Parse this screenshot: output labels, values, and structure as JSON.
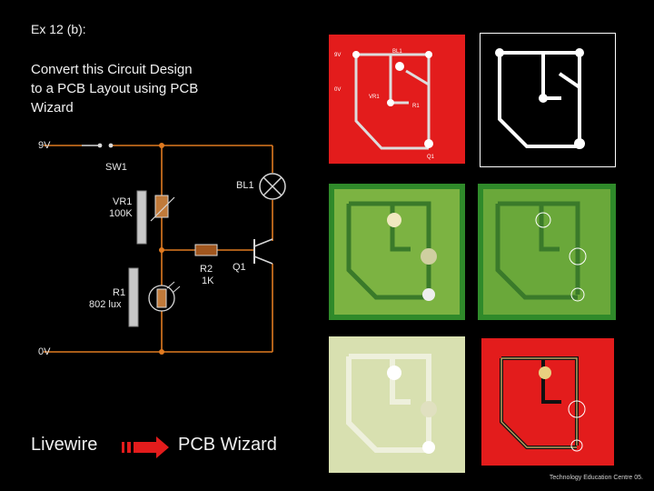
{
  "title": "Ex 12 (b):",
  "instruction": [
    "Convert this Circuit Design",
    "to a PCB Layout using PCB",
    "Wizard"
  ],
  "circuit": {
    "supply_top": "9V",
    "supply_bottom": "0V",
    "switch": "SW1",
    "lamp": "BL1",
    "vr_name": "VR1",
    "vr_value": "100K",
    "resistor_name": "R2",
    "resistor_value": "1K",
    "transistor": "Q1",
    "ldr_name": "R1",
    "ldr_value": "802 lux"
  },
  "pcb_labels": {
    "supply_top": "9V",
    "supply_bottom": "0V",
    "lamp": "BL1",
    "vr": "VR1",
    "ldr": "R1",
    "transistor": "Q1"
  },
  "colors": {
    "wire": "#e07a20",
    "red_board": "#e31c1c",
    "green_board": "#5c9e3a",
    "pale_board": "#d8e0b0"
  },
  "footer": {
    "left": "Livewire",
    "right": "PCB Wizard"
  },
  "credit": "Technology Education Centre 05."
}
